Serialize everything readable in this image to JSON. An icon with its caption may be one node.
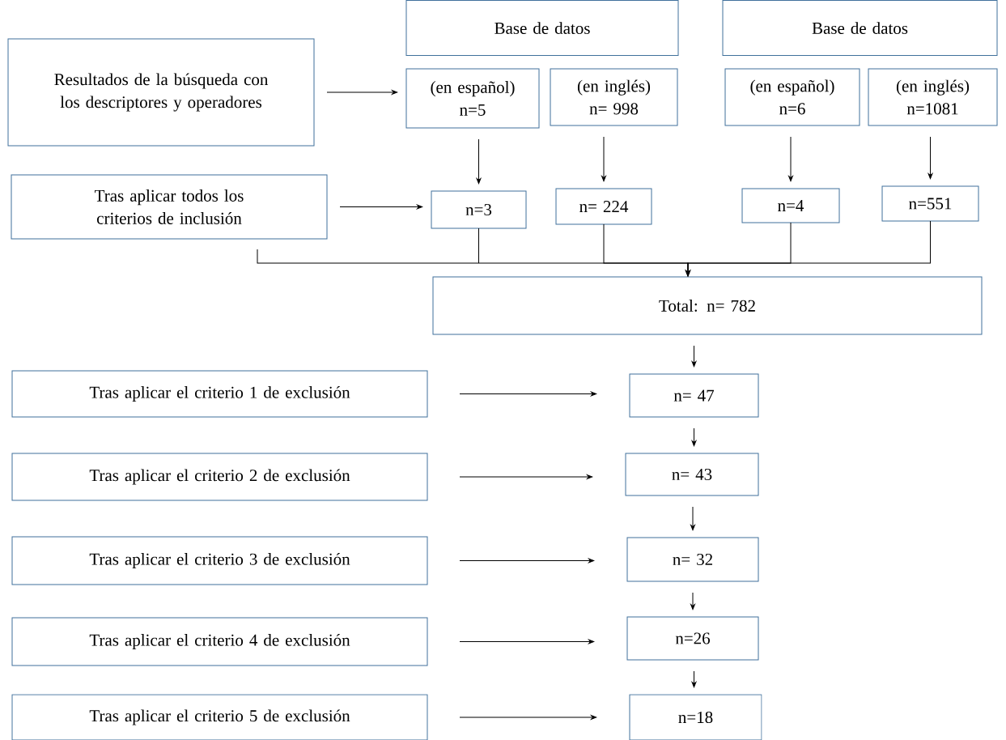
{
  "diagram": {
    "nodes": [
      {
        "text": [
          "Resultados de la búsqueda con los descriptores y operadores"
        ]
      },
      {
        "text": [
          "Base de datos"
        ]
      },
      {
        "text": [
          "Base de datos"
        ]
      },
      {
        "text": [
          "(en español)",
          "n=5"
        ]
      },
      {
        "text": [
          "(en inglés)",
          "n= 998"
        ]
      },
      {
        "text": [
          "(en español)",
          "n=6"
        ]
      },
      {
        "text": [
          "(en inglés)",
          "n=1081"
        ]
      },
      {
        "text": [
          "Tras aplicar todos los criterios de inclusión"
        ]
      },
      {
        "text": [
          "n=3"
        ]
      },
      {
        "text": [
          "n= 224"
        ]
      },
      {
        "text": [
          "n=4"
        ]
      },
      {
        "text": [
          "n=551"
        ]
      },
      {
        "text": [
          "Total: n= 782"
        ]
      },
      {
        "text": [
          "Tras aplicar el criterio 1 de exclusión"
        ]
      },
      {
        "text": [
          "Tras aplicar el criterio 2 de exclusión"
        ]
      },
      {
        "text": [
          "Tras aplicar el criterio 3 de exclusión"
        ]
      },
      {
        "text": [
          "Tras aplicar el criterio 4 de exclusión"
        ]
      },
      {
        "text": [
          "Tras aplicar el criterio 5 de exclusión"
        ]
      },
      {
        "text": [
          "n= 47"
        ]
      },
      {
        "text": [
          "n= 43"
        ]
      },
      {
        "text": [
          "n= 32"
        ]
      },
      {
        "text": [
          "n=26"
        ]
      },
      {
        "text": [
          "n=18"
        ]
      }
    ],
    "edges": [
      {
        "from": 0,
        "to": 3,
        "arrow": "to"
      },
      {
        "from": 3,
        "to": 8,
        "arrow": "to"
      },
      {
        "from": 4,
        "to": 9,
        "arrow": "to"
      },
      {
        "from": 5,
        "to": 10,
        "arrow": "to"
      },
      {
        "from": 6,
        "to": 11,
        "arrow": "to"
      },
      {
        "from": 7,
        "to": 8,
        "arrow": "to"
      },
      {
        "from": 8,
        "to": 12,
        "arrow": "to"
      },
      {
        "from": 9,
        "to": 12,
        "arrow": "to"
      },
      {
        "from": 10,
        "to": 12,
        "arrow": "to"
      },
      {
        "from": 11,
        "to": 12,
        "arrow": "to"
      },
      {
        "from": 12,
        "to": 18,
        "arrow": "to"
      },
      {
        "from": 13,
        "to": 18,
        "arrow": "to"
      },
      {
        "from": 18,
        "to": 19,
        "arrow": "to"
      },
      {
        "from": 14,
        "to": 19,
        "arrow": "to"
      },
      {
        "from": 19,
        "to": 20,
        "arrow": "to"
      },
      {
        "from": 15,
        "to": 20,
        "arrow": "to"
      },
      {
        "from": 20,
        "to": 21,
        "arrow": "to"
      },
      {
        "from": 16,
        "to": 21,
        "arrow": "to"
      },
      {
        "from": 21,
        "to": 22,
        "arrow": "to"
      },
      {
        "from": 17,
        "to": 22,
        "arrow": "to"
      }
    ]
  }
}
